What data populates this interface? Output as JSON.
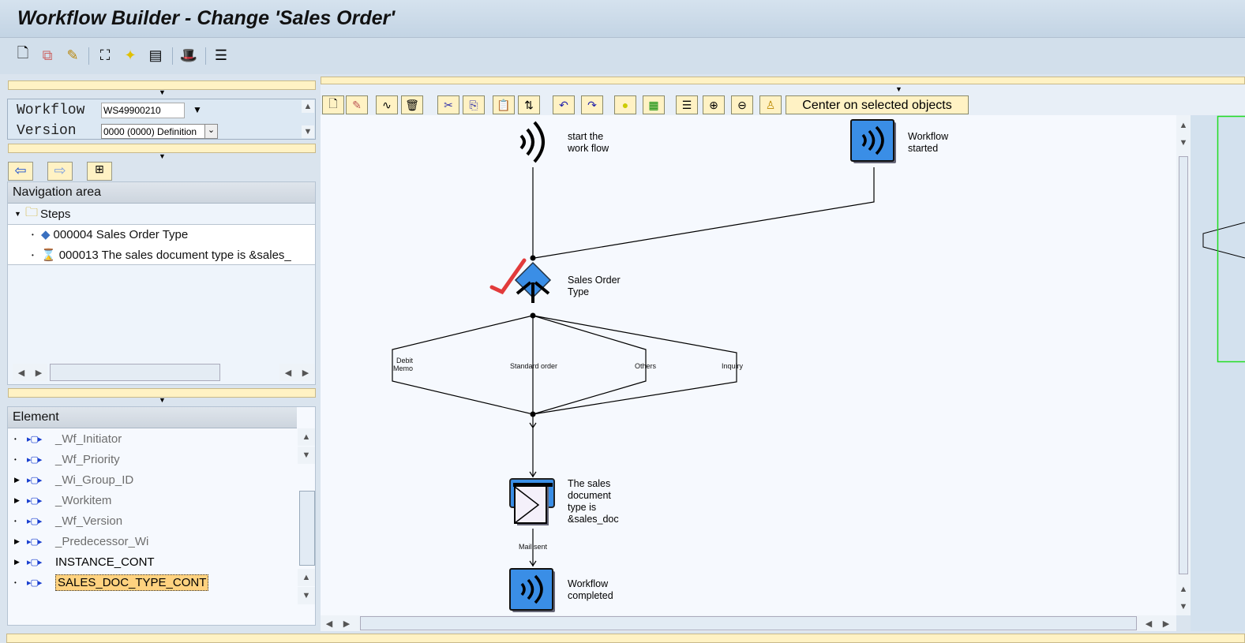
{
  "window": {
    "title": "Workflow Builder - Change 'Sales Order'"
  },
  "toolbar": {
    "icons": [
      "new-document-icon",
      "copy-icon",
      "edit-pencil-icon",
      "workflow-structure-icon",
      "magic-wand-icon",
      "screen-icon",
      "hat-icon",
      "list-icon"
    ]
  },
  "workflow_panel": {
    "workflow_label": "Workflow",
    "workflow_value": "WS49900210",
    "version_label": "Version",
    "version_value": "0000 (0000) Definition"
  },
  "navigation": {
    "header": "Navigation area",
    "folder": "Steps",
    "items": [
      {
        "label": "000004 Sales Order Type",
        "icon": "condition-step-icon"
      },
      {
        "label": "000013 The sales document type is &sales_",
        "icon": "mail-step-icon"
      }
    ]
  },
  "elements": {
    "header": "Element",
    "items": [
      {
        "label": "_Wf_Initiator",
        "style": "gray",
        "expand": false
      },
      {
        "label": "_Wf_Priority",
        "style": "gray",
        "expand": false
      },
      {
        "label": "_Wi_Group_ID",
        "style": "gray",
        "expand": true
      },
      {
        "label": "_Workitem",
        "style": "gray",
        "expand": true
      },
      {
        "label": "_Wf_Version",
        "style": "gray",
        "expand": false
      },
      {
        "label": "_Predecessor_Wi",
        "style": "gray",
        "expand": true
      },
      {
        "label": "INSTANCE_CONT",
        "style": "normal",
        "expand": true
      },
      {
        "label": "SALES_DOC_TYPE_CONT",
        "style": "selected",
        "expand": false
      }
    ]
  },
  "diagram_toolbar": {
    "center_button": "Center on selected objects"
  },
  "diagram": {
    "start": {
      "line1": "start the",
      "line2": "work flow"
    },
    "started": {
      "line1": "Workflow",
      "line2": "started"
    },
    "condition": {
      "line1": "Sales Order",
      "line2": "Type"
    },
    "branches": {
      "debit1": "Debit",
      "debit2": "Memo",
      "standard": "Standard order",
      "others": "Others",
      "inquiry": "Inquiry"
    },
    "mail": {
      "line1": "The sales",
      "line2": "document",
      "line3": "type is",
      "line4": "&sales_doc"
    },
    "mail_outcome": "Mail sent",
    "completed": {
      "line1": "Workflow",
      "line2": "completed"
    }
  },
  "colors": {
    "accent_blue": "#3a8ee6",
    "selection": "#ffd27f",
    "overview_frame": "#22dd22",
    "annotation_check": "#e23b3b"
  }
}
